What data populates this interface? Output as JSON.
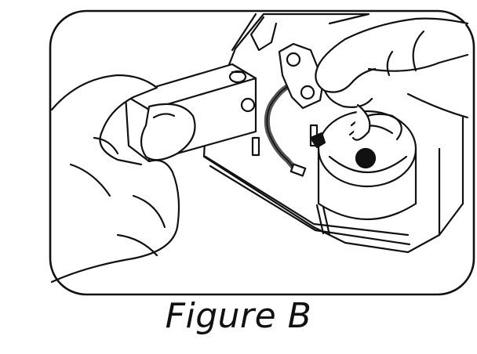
{
  "figure": {
    "caption": "Figure B"
  },
  "illustration": {
    "subjects": [
      "left-hand",
      "right-hand",
      "battery",
      "battery-connector",
      "wire",
      "housing",
      "cylinder-knob"
    ],
    "line_color": "#111111",
    "fill_color": "#ffffff",
    "wire_color": "#555555"
  }
}
